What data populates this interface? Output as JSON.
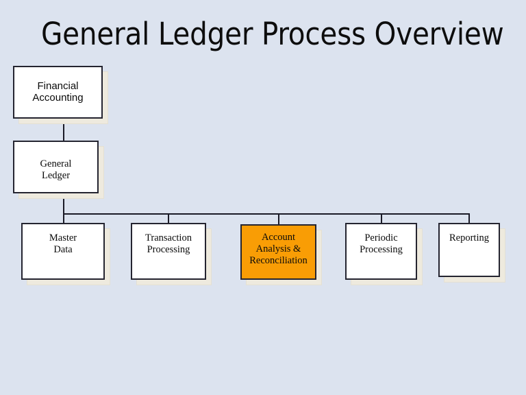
{
  "slide": {
    "title": "General Ledger Process Overview",
    "background_color": "#dce3ef",
    "accent_color": "#f99d05",
    "box_fill_color": "#ffffff",
    "box_border_color": "#242430",
    "shadow_color": "#eeeade",
    "connector_color": "#1a1a26"
  },
  "diagram": {
    "type": "org-chart",
    "nodes": [
      {
        "id": "financial-accounting",
        "label": "Financial\nAccounting",
        "level": 0,
        "highlighted": false
      },
      {
        "id": "general-ledger",
        "label": "General\nLedger",
        "level": 1,
        "highlighted": false
      },
      {
        "id": "master-data",
        "label": "Master\nData",
        "level": 2,
        "highlighted": false
      },
      {
        "id": "transaction-processing",
        "label": "Transaction\nProcessing",
        "level": 2,
        "highlighted": false
      },
      {
        "id": "account-analysis",
        "label": "Account\nAnalysis &\nReconciliation",
        "level": 2,
        "highlighted": true
      },
      {
        "id": "periodic-processing",
        "label": "Periodic\nProcessing",
        "level": 2,
        "highlighted": false
      },
      {
        "id": "reporting",
        "label": "Reporting",
        "level": 2,
        "highlighted": false
      }
    ],
    "edges": [
      {
        "from": "financial-accounting",
        "to": "general-ledger"
      },
      {
        "from": "general-ledger",
        "to": "master-data"
      },
      {
        "from": "general-ledger",
        "to": "transaction-processing"
      },
      {
        "from": "general-ledger",
        "to": "account-analysis"
      },
      {
        "from": "general-ledger",
        "to": "periodic-processing"
      },
      {
        "from": "general-ledger",
        "to": "reporting"
      }
    ]
  }
}
